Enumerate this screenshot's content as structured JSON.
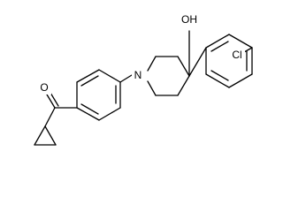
{
  "molecule": {
    "atoms": {
      "oxygen_ketone": "O",
      "nitrogen": "N",
      "hydroxyl": "OH",
      "chlorine": "Cl"
    }
  }
}
